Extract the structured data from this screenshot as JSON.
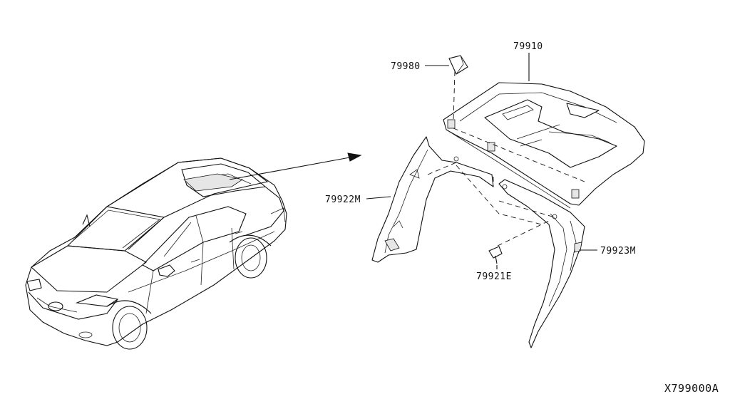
{
  "callouts": {
    "part_79980": "79980",
    "part_79910": "79910",
    "part_79922M": "79922M",
    "part_79923M": "79923M",
    "part_79921E": "79921E"
  },
  "diagram_ref": "X799000A"
}
